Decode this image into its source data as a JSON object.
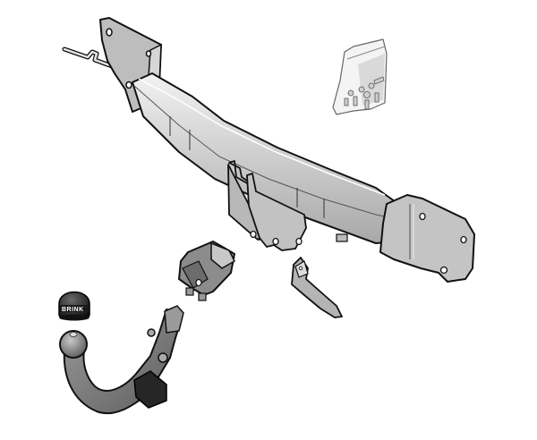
{
  "illustration": {
    "subject": "Detachable tow bar kit exploded view",
    "background": "#ffffff",
    "colors": {
      "outline": "#111111",
      "metal_light": "#d4d4d4",
      "metal_mid": "#b4b4b4",
      "metal_dark": "#8a8a8a",
      "tow_arm": "#7c7c7c",
      "black_parts": "#262626"
    },
    "parts": [
      {
        "id": "crossbar",
        "label": "Cross beam"
      },
      {
        "id": "left-bracket",
        "label": "Left mounting bracket"
      },
      {
        "id": "right-bracket",
        "label": "Right mounting bracket"
      },
      {
        "id": "center-plates",
        "label": "Center mounting plates"
      },
      {
        "id": "key-rod",
        "label": "Release key"
      },
      {
        "id": "fastener-bag",
        "label": "Fastener bag"
      },
      {
        "id": "socket-plate",
        "label": "Socket mounting plate"
      },
      {
        "id": "clip-bracket",
        "label": "Clip bracket"
      },
      {
        "id": "tow-ball-neck",
        "label": "Detachable tow ball neck"
      },
      {
        "id": "ball-cap",
        "label": "Ball cap"
      }
    ],
    "cap_text": "BRINK"
  }
}
